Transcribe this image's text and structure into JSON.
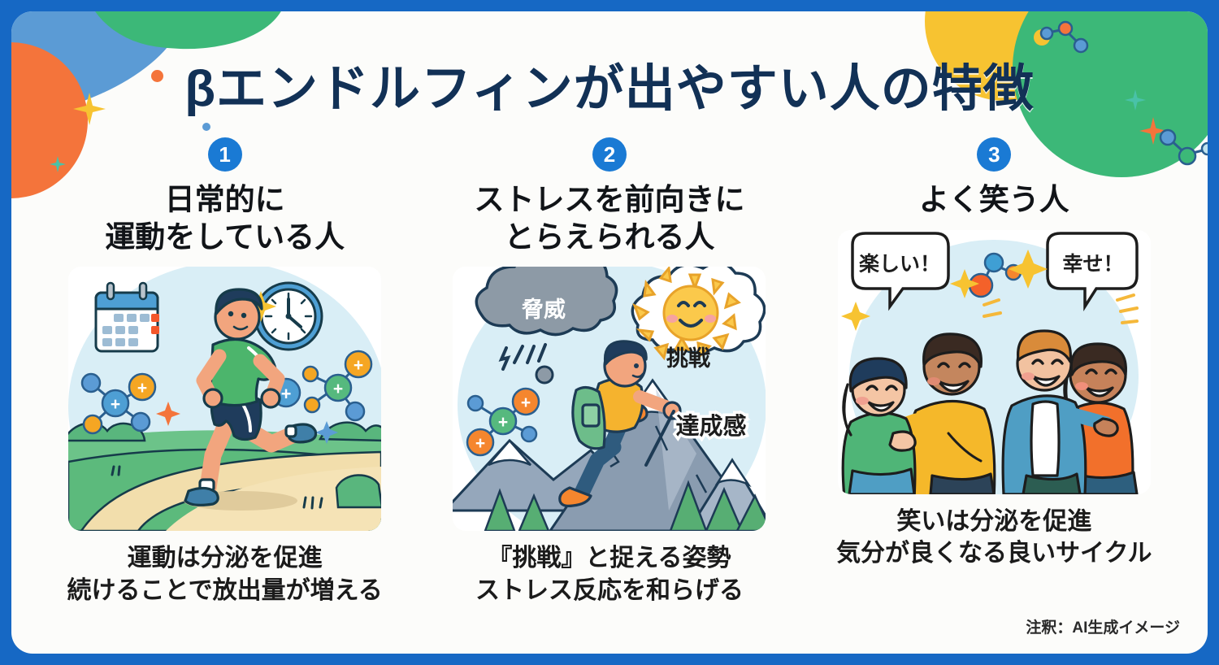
{
  "poster": {
    "title": "βエンドルフィンが出やすい人の特徴",
    "footnote": "注釈：AI生成イメージ",
    "border_color": "#1668c4",
    "title_color": "#123156",
    "badge_color": "#1a7ad4",
    "background_color": "#fcfcfa"
  },
  "columns": [
    {
      "badge": "1",
      "heading": "日常的に\n運動をしている人",
      "caption": "運動は分泌を促進\n続けることで放出量が増える",
      "illustration": {
        "name": "runner-outdoors-illustration",
        "description": "ジョギングする人・カレンダー・時計・分子",
        "labels": []
      }
    },
    {
      "badge": "2",
      "heading": "ストレスを前向きに\nとらえられる人",
      "caption": "『挑戦』と捉える姿勢\nストレス反応を和らげる",
      "illustration": {
        "name": "mountain-climber-illustration",
        "description": "山を登る人・雷雲・太陽の雲・分子",
        "labels": [
          "脅威",
          "挑戦",
          "達成感"
        ]
      }
    },
    {
      "badge": "3",
      "heading": "よく笑う人",
      "caption": "笑いは分泌を促進\n気分が良くなる良いサイクル",
      "illustration": {
        "name": "laughing-friends-illustration",
        "description": "笑い合う4人・吹き出し・分子",
        "labels": [
          "楽しい！",
          "幸せ！"
        ]
      }
    }
  ],
  "illustration_labels": {
    "threat": "脅威",
    "challenge": "挑戦",
    "achievement": "達成感",
    "fun": "楽しい！",
    "happy": "幸せ！"
  },
  "palette": {
    "blue": "#1668c4",
    "light_blue": "#5b9bd5",
    "green": "#3cb878",
    "orange": "#f4743b",
    "yellow": "#f7c331",
    "navy": "#123156",
    "sky": "#d9edf5"
  }
}
